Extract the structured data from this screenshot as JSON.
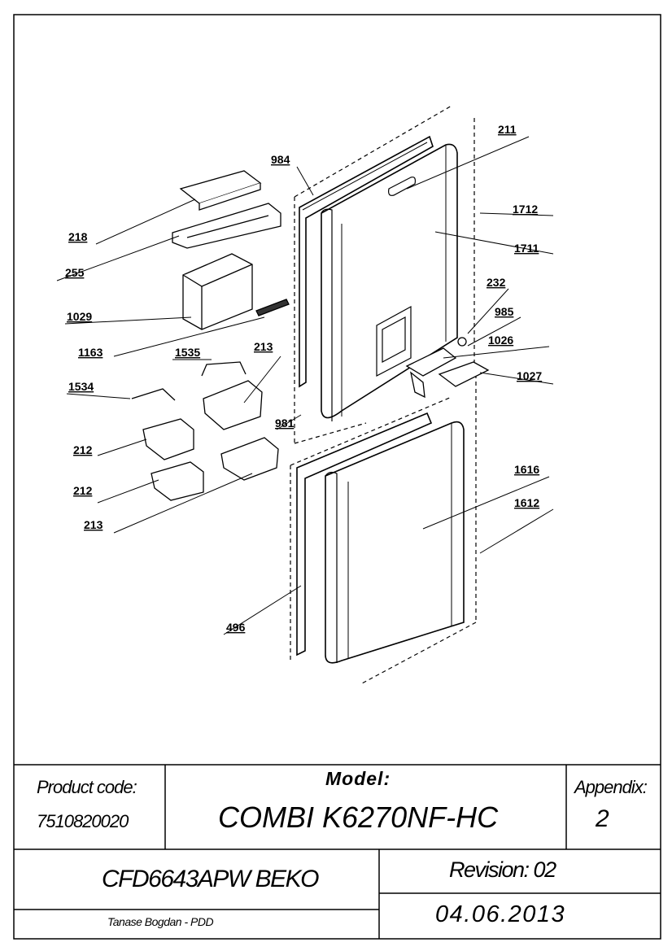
{
  "title_block": {
    "product_code_label": "Product code:",
    "product_code": "7510820020",
    "model_label": "Model:",
    "model": "COMBI K6270NF-HC",
    "appendix_label": "Appendix:",
    "appendix": "2",
    "variant": "CFD6643APW BEKO",
    "revision": "Revision: 02",
    "author": "Tanase Bogdan - PDD",
    "date": "04.06.2013"
  },
  "callouts": [
    "211",
    "984",
    "1712",
    "218",
    "1711",
    "255",
    "232",
    "1029",
    "985",
    "1163",
    "1026",
    "1535",
    "213",
    "1534",
    "1027",
    "981",
    "212",
    "1616",
    "212",
    "1612",
    "213",
    "496"
  ]
}
